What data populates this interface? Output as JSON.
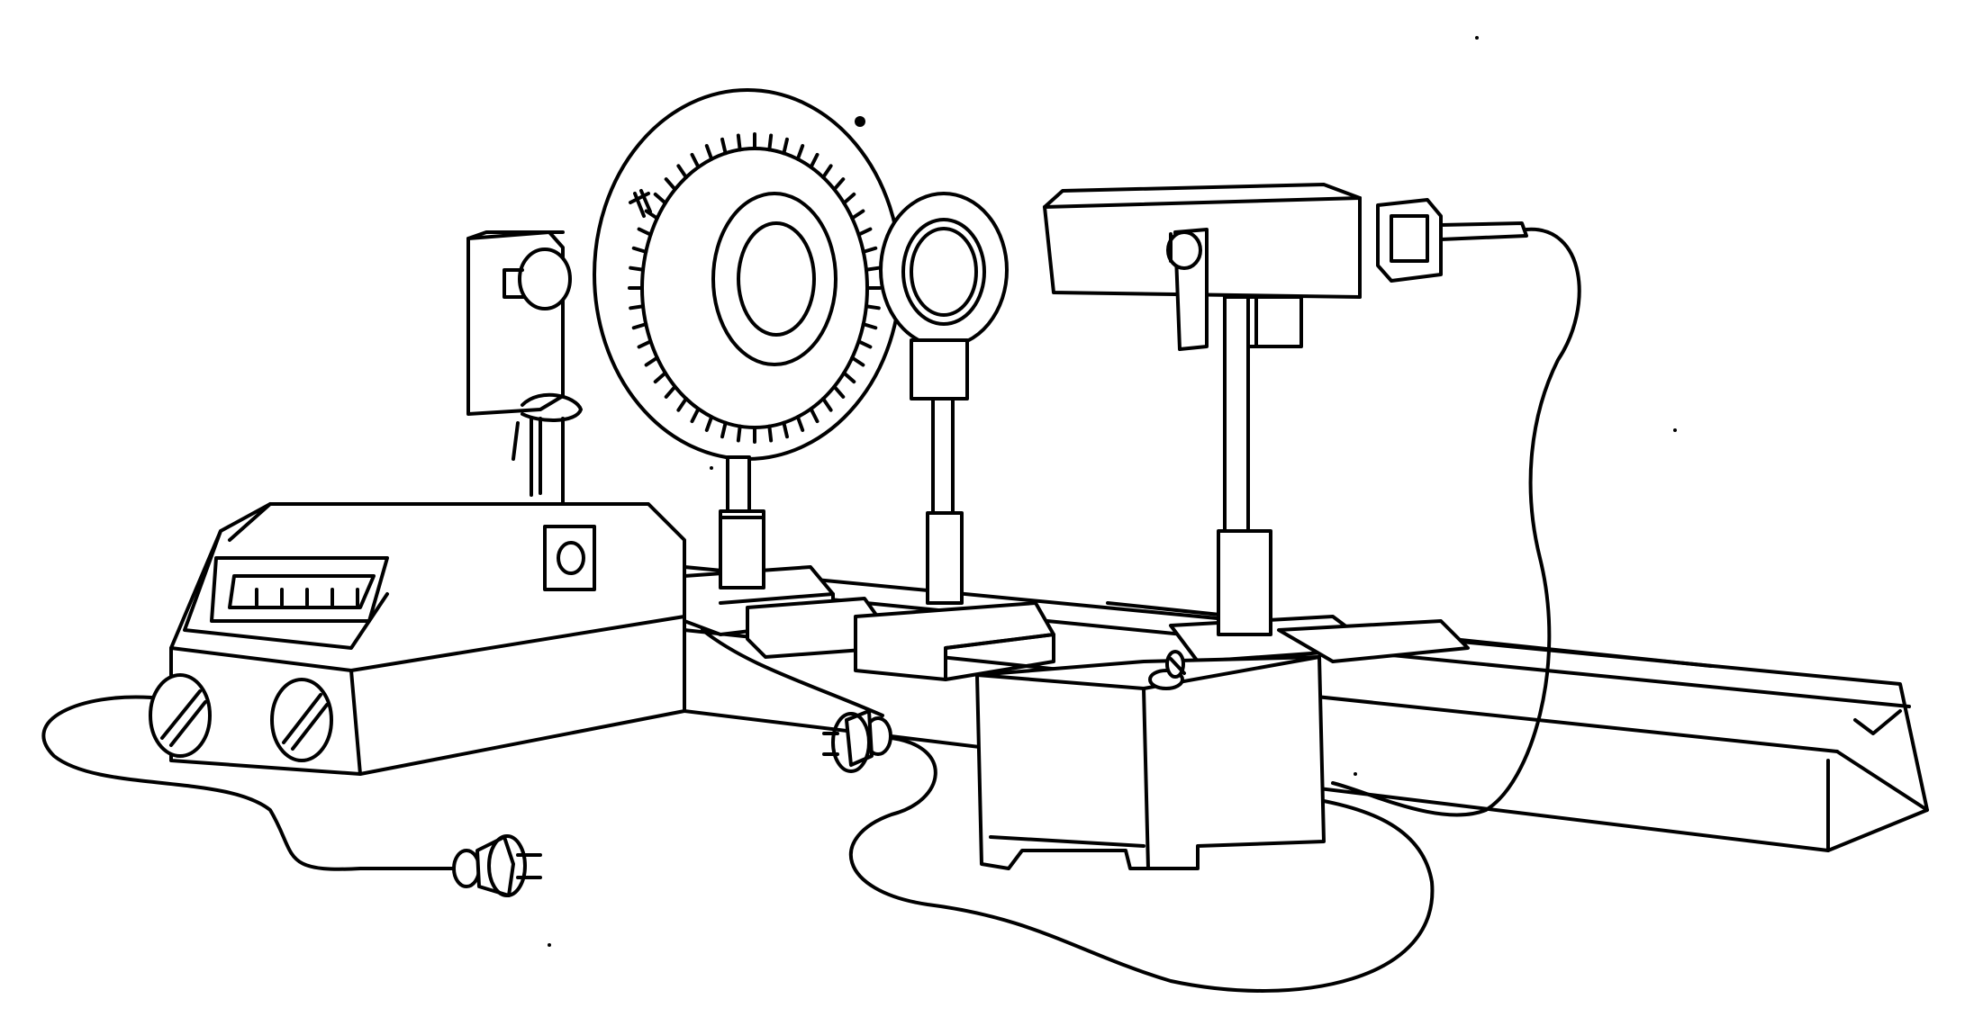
{
  "figure": {
    "subject": "optical-bench-apparatus",
    "style": "black line drawing on white",
    "colors": {
      "ink": "#000000",
      "paper": "#ffffff"
    },
    "meter_tick_count": 5,
    "dial_tick_count": 48
  }
}
